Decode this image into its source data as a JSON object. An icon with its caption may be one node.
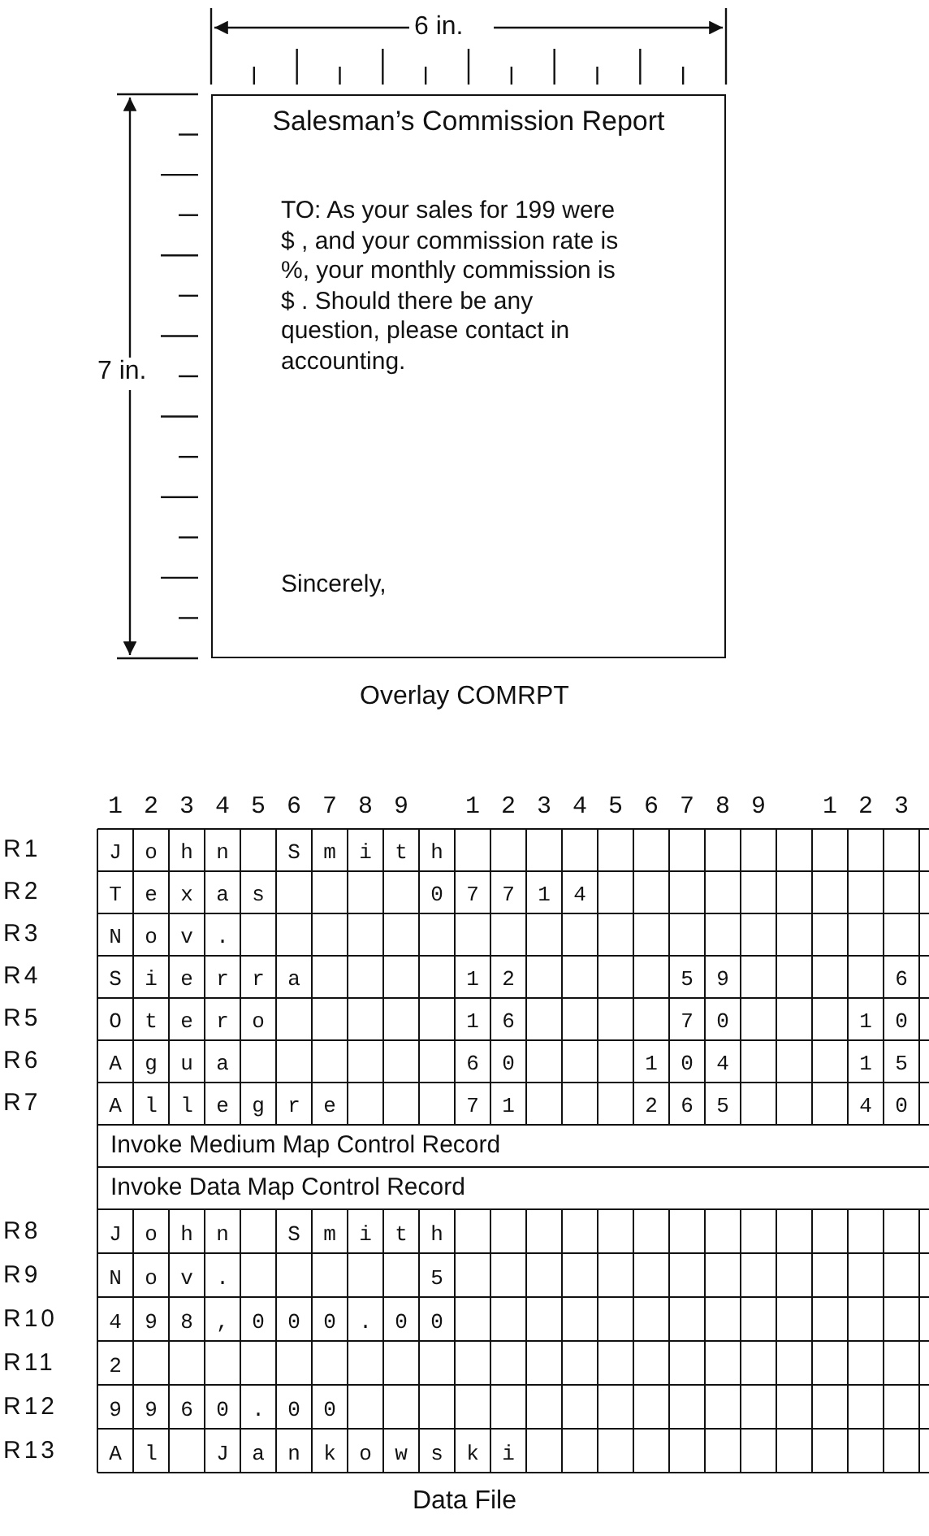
{
  "diagram": {
    "nodes": [
      {
        "text": [
          "Salesman’s Commission Report",
          "TO: As your sales for 199 were $ , and your commission rate is %, your monthly commission is $ . Should there be any question, please contact in accounting.",
          "Sincerely,"
        ]
      }
    ],
    "labels": [
      "6 in.",
      "7 in.",
      "Overlay COMRPT",
      "123456789",
      "123456789",
      "123",
      "R1",
      "John Smith",
      "R2",
      "Texas",
      "07714",
      "R3",
      "Nov.",
      "R4",
      "Sierra",
      "12",
      "59",
      "6",
      "R5",
      "Otero",
      "16",
      "70",
      "10",
      "R6",
      "Agua",
      "60",
      "104",
      "15",
      "R7",
      "Allegre",
      "71",
      "265",
      "40",
      "Invoke Medium Map Control Record",
      "Invoke Data Map Control Record",
      "R8",
      "John Smith",
      "R9",
      "Nov.",
      "5",
      "R10",
      "498,000.00",
      "R11",
      "2",
      "R12",
      "9960.00",
      "R13",
      "Al Jankowski",
      "Data File"
    ]
  }
}
